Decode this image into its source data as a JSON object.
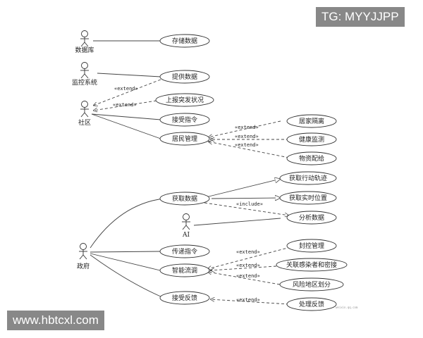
{
  "overlays": {
    "top_right": "TG: MYYJJPP",
    "bottom_left": "www.hbtcxl.com"
  },
  "actors": [
    {
      "id": "db",
      "label": "数据库"
    },
    {
      "id": "monitor",
      "label": "监控系统"
    },
    {
      "id": "community",
      "label": "社区"
    },
    {
      "id": "ai",
      "label": "AI"
    },
    {
      "id": "government",
      "label": "政府"
    }
  ],
  "use_cases": [
    {
      "id": "store",
      "label": "存储数据"
    },
    {
      "id": "provide",
      "label": "提供数据"
    },
    {
      "id": "report",
      "label": "上报突发状况"
    },
    {
      "id": "accept_cmd",
      "label": "接受指令"
    },
    {
      "id": "resident",
      "label": "居民管理"
    },
    {
      "id": "isolation",
      "label": "居家隔离"
    },
    {
      "id": "health",
      "label": "健康监测"
    },
    {
      "id": "supply",
      "label": "物资配给"
    },
    {
      "id": "get_data",
      "label": "获取数据"
    },
    {
      "id": "track",
      "label": "获取行动轨迹"
    },
    {
      "id": "location",
      "label": "获取实时位置"
    },
    {
      "id": "analyze",
      "label": "分析数据"
    },
    {
      "id": "relay",
      "label": "传递指令"
    },
    {
      "id": "smart",
      "label": "智能流调"
    },
    {
      "id": "lockdown",
      "label": "封控管理"
    },
    {
      "id": "contacts",
      "label": "关联感染者和密接"
    },
    {
      "id": "risk",
      "label": "风险地区划分"
    },
    {
      "id": "feedback",
      "label": "接受反馈"
    },
    {
      "id": "handle",
      "label": "处理反馈"
    }
  ],
  "relation_labels": {
    "extend": "«extend»",
    "include": "«include»"
  },
  "watermark": "weixin.qq.com"
}
